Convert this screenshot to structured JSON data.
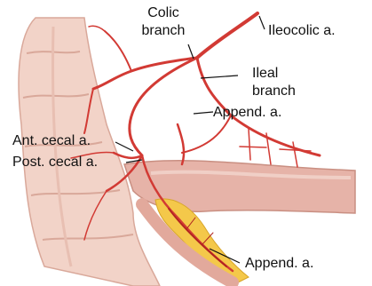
{
  "labels": {
    "colic_branch_line1": "Colic",
    "colic_branch_line2": "branch",
    "ileocolic": "Ileocolic a.",
    "ileal_branch_line1": "Ileal",
    "ileal_branch_line2": "branch",
    "appendicular_upper": "Append. a.",
    "anterior_cecal": "Ant. cecal a.",
    "posterior_cecal": "Post. cecal a.",
    "appendicular_lower": "Append. a."
  },
  "colors": {
    "artery": "#d23a34",
    "artery_dark": "#b02420",
    "colon": "#f2d3c8",
    "colon_shadow": "#d9a89a",
    "ileum": "#e6b3a8",
    "mesentery": "#f4c84a",
    "leader_line": "#111111"
  }
}
